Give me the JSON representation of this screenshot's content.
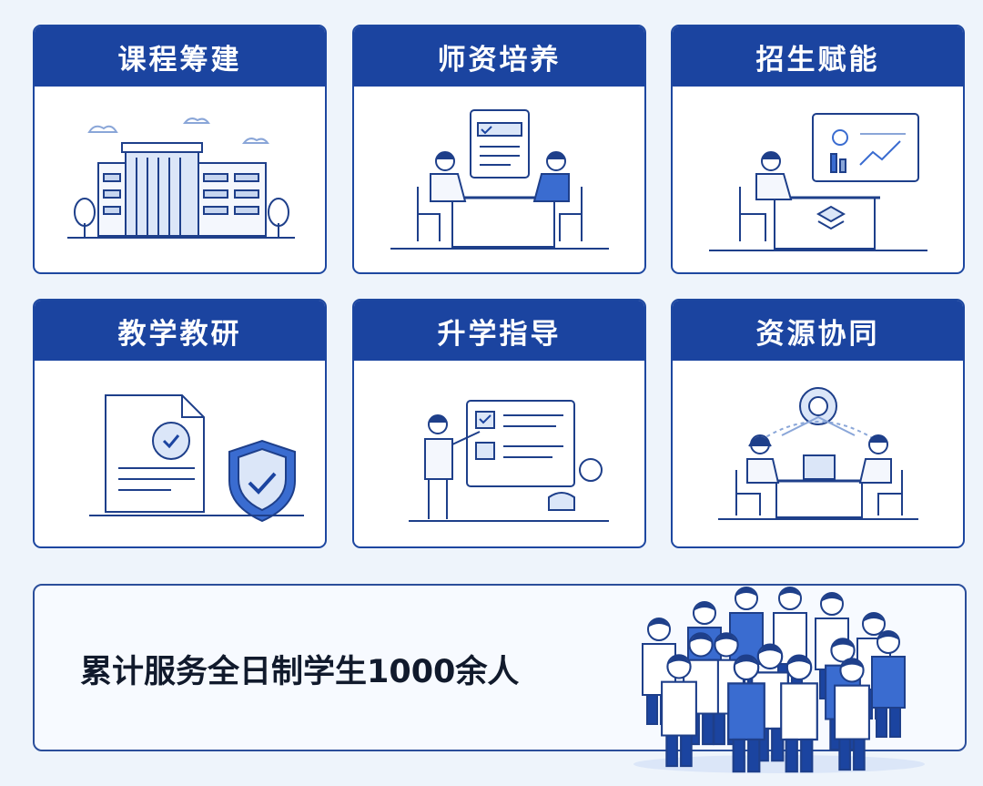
{
  "cards": [
    {
      "title": "课程筹建",
      "icon": "school-building-icon"
    },
    {
      "title": "师资培养",
      "icon": "teacher-training-icon"
    },
    {
      "title": "招生赋能",
      "icon": "enrollment-analytics-icon"
    },
    {
      "title": "教学教研",
      "icon": "research-document-shield-icon"
    },
    {
      "title": "升学指导",
      "icon": "presentation-guidance-icon"
    },
    {
      "title": "资源协同",
      "icon": "resource-collaboration-icon"
    }
  ],
  "summary": {
    "text": "累计服务全日制学生1000余人",
    "icon": "student-group-icon"
  },
  "colors": {
    "primary": "#1b44a0",
    "accent": "#3a6cd0",
    "light": "#dbe6f8",
    "background": "#eef4fb"
  }
}
